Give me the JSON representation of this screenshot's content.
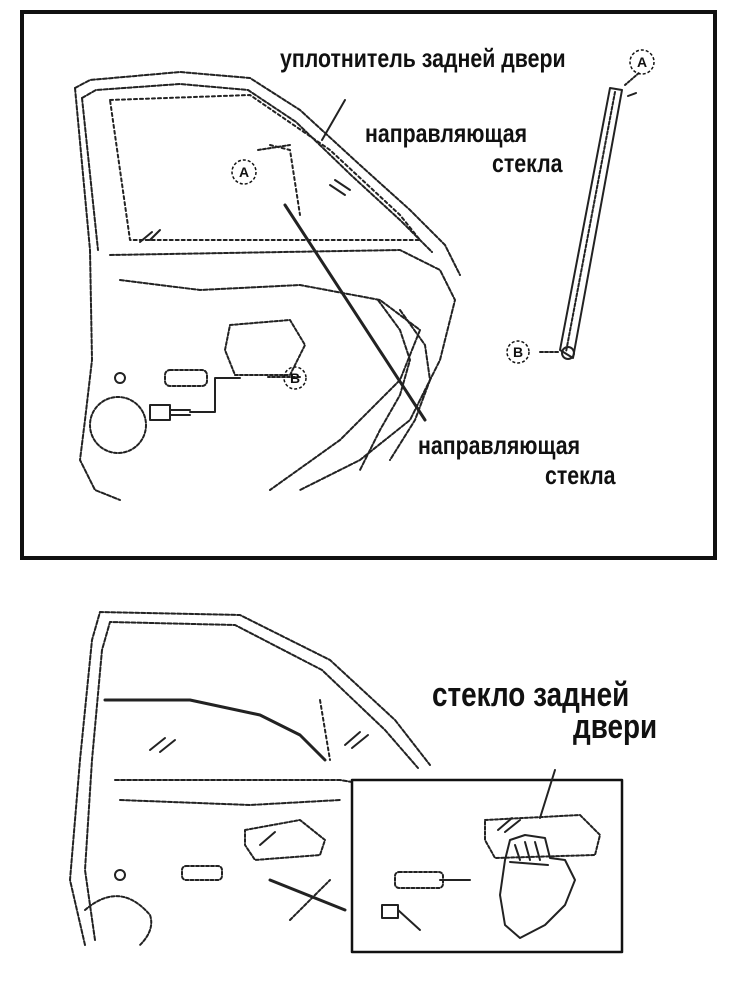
{
  "top": {
    "seal_label": "уплотнитель задней двери",
    "guide_upper_line1": "направляющая",
    "guide_upper_line2": "стекла",
    "guide_lower_line1": "направляющая",
    "guide_lower_line2": "стекла",
    "marker_a": "A",
    "marker_b": "B",
    "marker_a_part": "A",
    "marker_b_part": "B"
  },
  "bottom": {
    "glass_line1": "стекло задней",
    "glass_line2": "двери"
  }
}
